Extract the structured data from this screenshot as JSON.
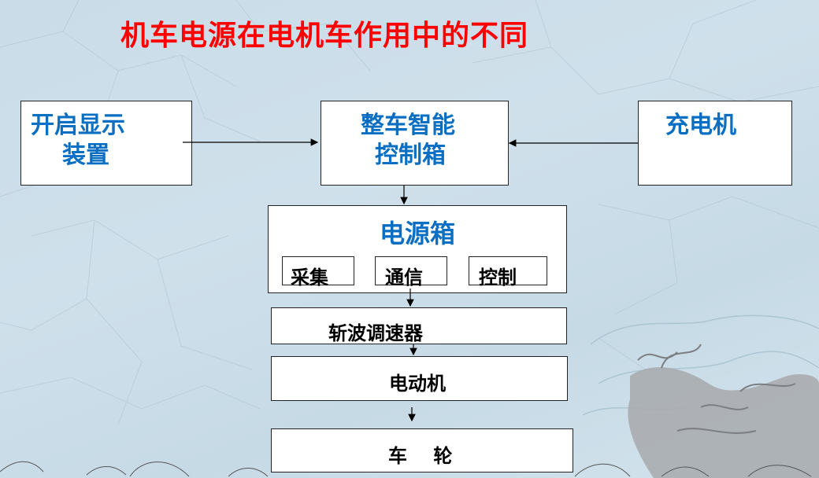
{
  "title": "机车电源在电机车作用中的不同",
  "colors": {
    "title": "#ff0000",
    "blue_text": "#0a6fc2",
    "black_text": "#000000",
    "box_fill": "#ffffff",
    "background": "#cbdde9"
  },
  "nodes": {
    "display": {
      "line1": "开启显示",
      "line2": "装置"
    },
    "controller": {
      "line1": "整车智能",
      "line2": "控制箱"
    },
    "charger": {
      "label": "充电机"
    },
    "power_box": {
      "label": "电源箱",
      "modules": [
        "采集",
        "通信",
        "控制"
      ]
    },
    "chopper": {
      "label": "斩波调速器"
    },
    "motor": {
      "label": "电动机"
    },
    "wheel": {
      "label": "车    轮"
    }
  },
  "edges": [
    {
      "from": "开启显示装置",
      "to": "整车智能控制箱"
    },
    {
      "from": "充电机",
      "to": "整车智能控制箱"
    },
    {
      "from": "整车智能控制箱",
      "to": "电源箱"
    },
    {
      "from": "电源箱",
      "to": "斩波调速器"
    },
    {
      "from": "斩波调速器",
      "to": "电动机"
    },
    {
      "from": "电动机",
      "to": "车轮"
    }
  ]
}
